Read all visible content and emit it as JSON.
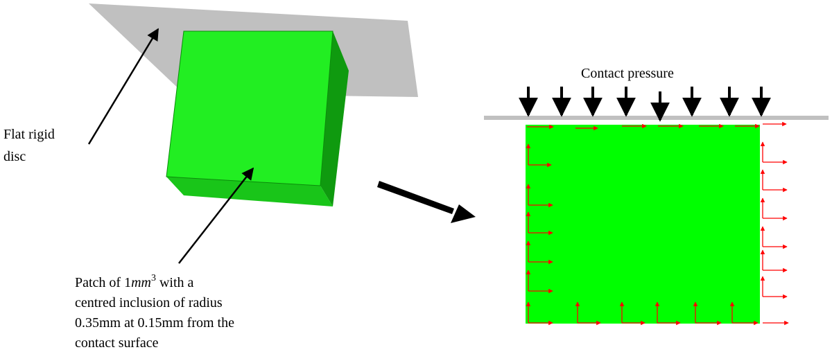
{
  "labels": {
    "disc_line1": "Flat rigid",
    "disc_line2": "disc",
    "contact_pressure": "Contact pressure",
    "patch_line1_pre": "Patch of 1",
    "patch_line1_mm": "mm",
    "patch_line1_exp": "3",
    "patch_line1_post": " with a",
    "patch_line2": "centred inclusion of radius",
    "patch_line3": "0.35mm at 0.15mm from the",
    "patch_line4": "contact surface"
  },
  "colors": {
    "cube_front": "#22ee22",
    "cube_side": "#0f9a0f",
    "cube_bottom": "#19c519",
    "disc": "#c0c0c0",
    "patch_square": "#00ff00",
    "boundary_arrows": "#ff0000",
    "pressure_arrows": "#000000",
    "surface_line": "#c0c0c0"
  },
  "icons": {
    "big_arrow": "right-down-arrow-icon",
    "pressure": "down-arrow-icon",
    "boundary": "red-arrow-icon"
  }
}
